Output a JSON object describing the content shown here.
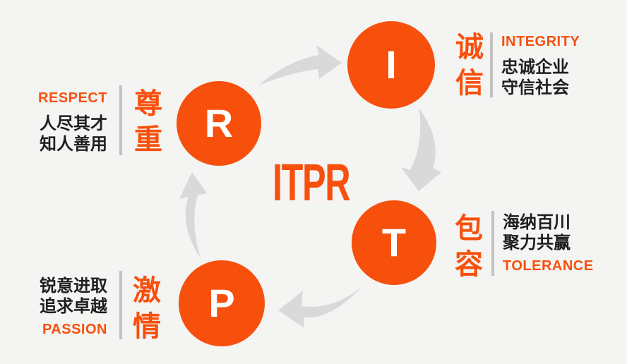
{
  "colors": {
    "accent": "#F7500D",
    "background": "#F4F4F2",
    "arrow": "#D9D9D9",
    "divider": "#C3C3C3",
    "text_dark": "#1E1E1E",
    "circle_letter": "#FFFFFF"
  },
  "center_title": "ITPR",
  "nodes": [
    {
      "id": "integrity",
      "letter": "I",
      "cn_word": "诚信",
      "en_word": "INTEGRITY",
      "desc_lines": [
        "忠诚企业",
        "守信社会"
      ]
    },
    {
      "id": "tolerance",
      "letter": "T",
      "cn_word": "包容",
      "en_word": "TOLERANCE",
      "desc_lines": [
        "海纳百川",
        "聚力共赢"
      ]
    },
    {
      "id": "passion",
      "letter": "P",
      "cn_word": "激情",
      "en_word": "PASSION",
      "desc_lines": [
        "锐意进取",
        "追求卓越"
      ]
    },
    {
      "id": "respect",
      "letter": "R",
      "cn_word": "尊重",
      "en_word": "RESPECT",
      "desc_lines": [
        "人尽其才",
        "知人善用"
      ]
    }
  ]
}
